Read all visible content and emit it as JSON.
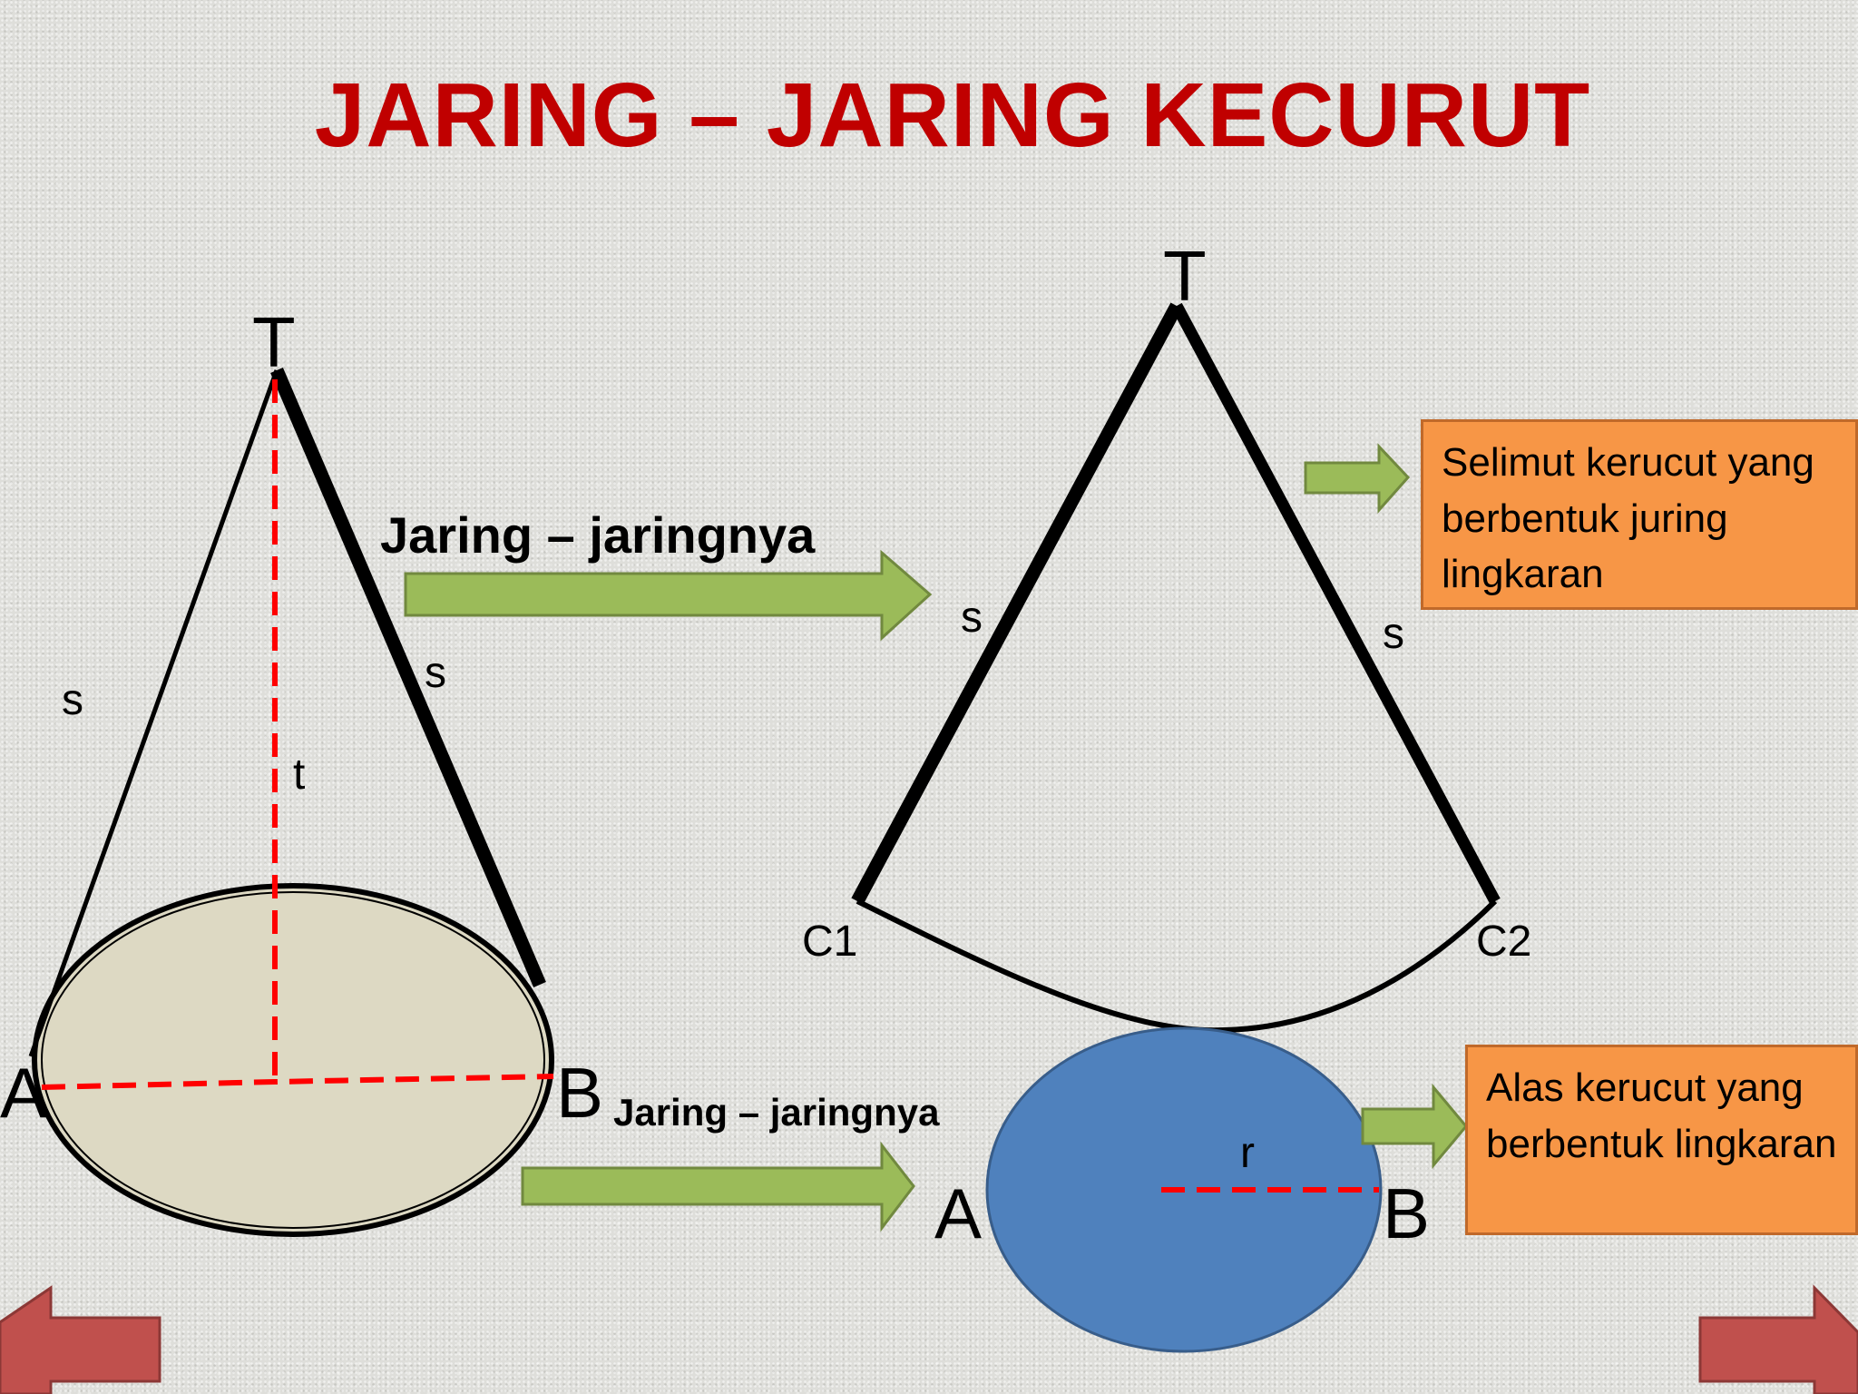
{
  "title": "JARING – JARING  KECURUT",
  "labels": {
    "apex_left": "T",
    "slant_left_a": "s",
    "slant_left_b": "s",
    "height": "t",
    "point_a_left": "A",
    "point_b_left": "B",
    "apex_right": "T",
    "slant_right_a": "s",
    "slant_right_b": "s",
    "c1": "C1",
    "c2": "C2",
    "radius": "r",
    "point_a_right": "A",
    "point_b_right": "B"
  },
  "arrows": {
    "top_label": "Jaring – jaringnya",
    "bottom_label": "Jaring – jaringnya"
  },
  "boxes": {
    "selimut": "Selimut kerucut yang berbentuk juring lingkaran",
    "alas": "Alas kerucut yang berbentuk lingkaran"
  },
  "colors": {
    "title": "#c00000",
    "arrow": "#9bbb59",
    "box": "#f79646",
    "base_circle": "#4f81bd",
    "cone_base": "#ddd9c3",
    "dashed": "#ff0000",
    "nav_button": "#c0504d"
  },
  "navigation": {
    "prev_icon": "arrow-left-icon",
    "next_icon": "arrow-right-icon"
  }
}
